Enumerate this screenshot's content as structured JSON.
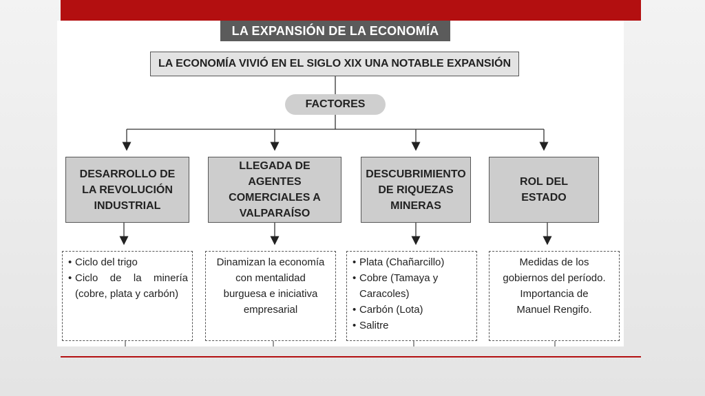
{
  "title": "LA EXPANSIÓN DE LA ECONOMÍA",
  "main_statement": "LA ECONOMÍA VIVIÓ EN EL SIGLO XIX UNA NOTABLE EXPANSIÓN",
  "factors_label": "FACTORES",
  "factors": [
    {
      "lines": [
        "DESARROLLO DE",
        "LA REVOLUCIÓN",
        "INDUSTRIAL"
      ],
      "details": {
        "type": "bullets",
        "items": [
          "Ciclo del trigo",
          "Ciclo de la minería (cobre, plata y carbón)"
        ]
      }
    },
    {
      "lines": [
        "LLEGADA DE AGENTES",
        "COMERCIALES A",
        "VALPARAÍSO"
      ],
      "details": {
        "type": "text",
        "lines": [
          "Dinamizan la economía",
          "con mentalidad",
          "burguesa e iniciativa",
          "empresarial"
        ]
      }
    },
    {
      "lines": [
        "DESCUBRIMIENTO",
        "DE RIQUEZAS",
        "MINERAS"
      ],
      "details": {
        "type": "bullets",
        "items": [
          "Plata (Chañarcillo)",
          "Cobre (Tamaya y Caracoles)",
          "Carbón (Lota)",
          "Salitre"
        ]
      }
    },
    {
      "lines": [
        "ROL DEL",
        "ESTADO"
      ],
      "details": {
        "type": "text",
        "lines": [
          "Medidas de los",
          "gobiernos del período.",
          "Importancia de",
          "Manuel Rengifo."
        ]
      }
    }
  ],
  "colors": {
    "accent": "#b30f10",
    "title_bg": "#5b5b5b",
    "box_bg": "#cdcdcd"
  }
}
